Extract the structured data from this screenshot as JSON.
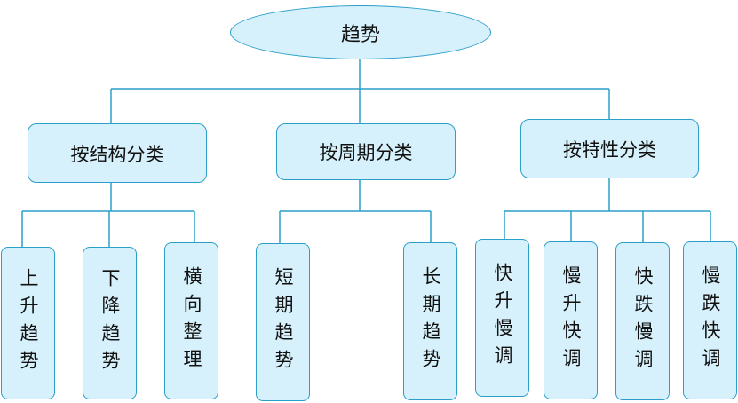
{
  "root": {
    "label": "趋势"
  },
  "categories": [
    {
      "label": "按结构分类",
      "children": [
        "上升趋势",
        "下降趋势",
        "横向整理"
      ]
    },
    {
      "label": "按周期分类",
      "children": [
        "短期趋势",
        "长期趋势"
      ]
    },
    {
      "label": "按特性分类",
      "children": [
        "快升慢调",
        "慢升快调",
        "快跌慢调",
        "慢跌快调"
      ]
    }
  ],
  "colors": {
    "node_fill": "#d6f1fb",
    "node_border": "#2a9fc9",
    "line": "#2a9fc9",
    "text": "#111111"
  }
}
